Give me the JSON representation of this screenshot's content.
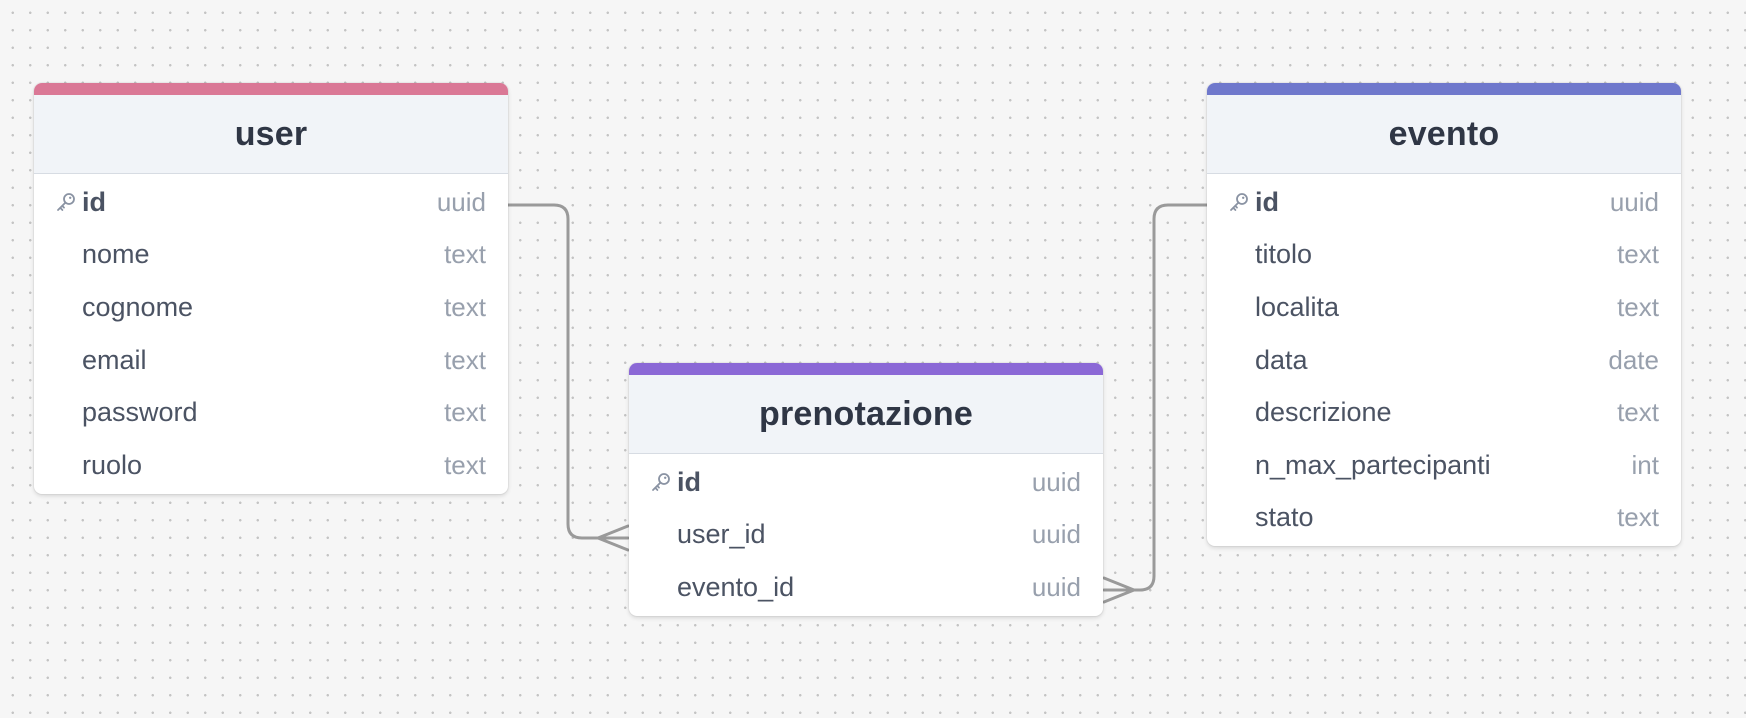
{
  "tables": [
    {
      "key": "user",
      "name": "user",
      "color": "#da7896",
      "columns": [
        {
          "name": "id",
          "type": "uuid",
          "pk": true
        },
        {
          "name": "nome",
          "type": "text",
          "pk": false
        },
        {
          "name": "cognome",
          "type": "text",
          "pk": false
        },
        {
          "name": "email",
          "type": "text",
          "pk": false
        },
        {
          "name": "password",
          "type": "text",
          "pk": false
        },
        {
          "name": "ruolo",
          "type": "text",
          "pk": false
        }
      ]
    },
    {
      "key": "prenotazione",
      "name": "prenotazione",
      "color": "#8b68d6",
      "columns": [
        {
          "name": "id",
          "type": "uuid",
          "pk": true
        },
        {
          "name": "user_id",
          "type": "uuid",
          "pk": false
        },
        {
          "name": "evento_id",
          "type": "uuid",
          "pk": false
        }
      ]
    },
    {
      "key": "evento",
      "name": "evento",
      "color": "#6f78cc",
      "columns": [
        {
          "name": "id",
          "type": "uuid",
          "pk": true
        },
        {
          "name": "titolo",
          "type": "text",
          "pk": false
        },
        {
          "name": "localita",
          "type": "text",
          "pk": false
        },
        {
          "name": "data",
          "type": "date",
          "pk": false
        },
        {
          "name": "descrizione",
          "type": "text",
          "pk": false
        },
        {
          "name": "n_max_partecipanti",
          "type": "int",
          "pk": false
        },
        {
          "name": "stato",
          "type": "text",
          "pk": false
        }
      ]
    }
  ],
  "relations": [
    {
      "from_table": "user",
      "from_column": "id",
      "to_table": "prenotazione",
      "to_column": "user_id",
      "cardinality": "one-to-many"
    },
    {
      "from_table": "evento",
      "from_column": "id",
      "to_table": "prenotazione",
      "to_column": "evento_id",
      "cardinality": "one-to-many"
    }
  ],
  "icons": {
    "primary_key": "key-icon"
  }
}
